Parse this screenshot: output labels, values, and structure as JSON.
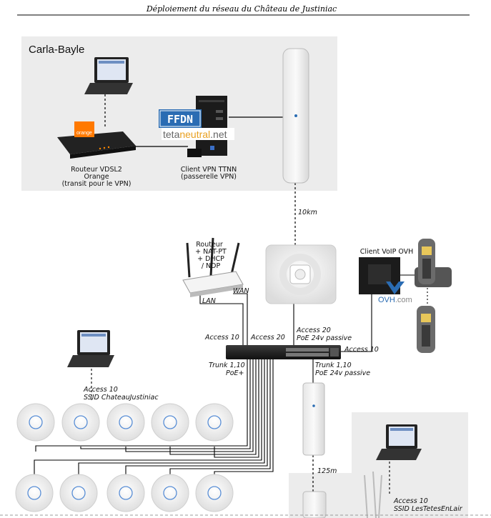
{
  "header": {
    "title": "Déploiement du réseau du Château de Justiniac"
  },
  "zones": {
    "carla_bayle": "Carla-Bayle"
  },
  "devices": {
    "vdsl_router": {
      "line1": "Routeur VDSL2",
      "line2": "Orange",
      "line3": "(transit pour le VPN)",
      "brand": "orange"
    },
    "vpn_client": {
      "line1": "Client VPN TTNN",
      "line2": "(passerelle VPN)"
    },
    "ffdn_logo": "FFDN",
    "tetaneutral_logo": {
      "a": "teta",
      "b": "neutral",
      "c": ".net"
    },
    "core_router": {
      "line1": "Routeur",
      "line2": "+ NAT-PT",
      "line3": "+ DHCP",
      "line4": "/ NDP"
    },
    "voip_client": {
      "label": "Client VoIP OVH",
      "brand": "OVH",
      "brand_suffix": ".com"
    }
  },
  "links": {
    "radio_long": "10km",
    "radio_short": "125m",
    "wan": "WAN",
    "lan": "LAN",
    "router_access": "Access 10",
    "ap_access": "Access 20",
    "ap_poe": "PoE 24v passive",
    "voip_access": "Access 10",
    "trunk_left_1": "Trunk 1,10",
    "trunk_left_2": "PoE+",
    "trunk_right_1": "Trunk 1,10",
    "trunk_right_2": "PoE 24v passive",
    "wifi_chateau_1": "Access 10",
    "wifi_chateau_2": "SSID ChateauJustiniac",
    "wifi_tetes_1": "Access 10",
    "wifi_tetes_2": "SSID LesTetesEnLair"
  },
  "colors": {
    "zone_bg": "#ececec",
    "orange": "#ff7900",
    "ffdn_blue": "#2a6cb3",
    "ovh_blue": "#2a6cb3",
    "ap_ring": "#5a8fd6"
  }
}
